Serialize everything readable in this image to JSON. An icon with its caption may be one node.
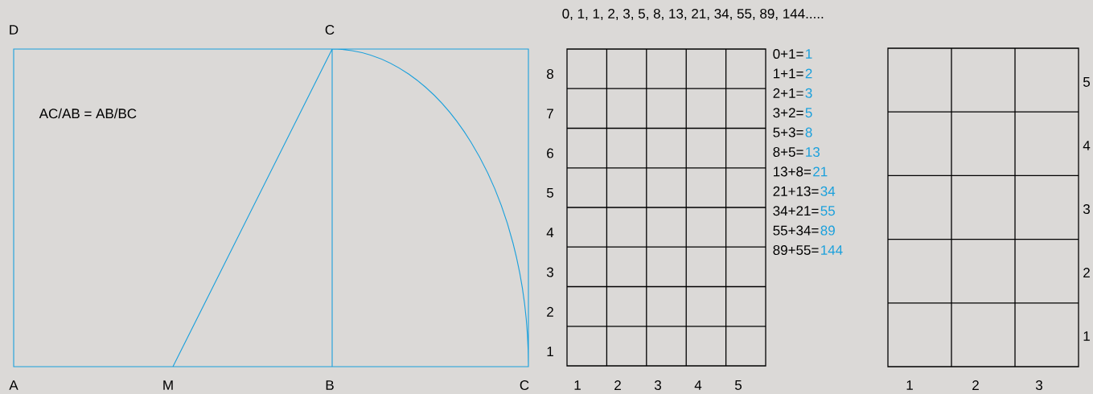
{
  "diagram": {
    "labels": [
      "0, 1, 1, 2, 3, 5, 8, 13, 21, 34, 55, 89, 144.....",
      "D",
      "C",
      "AC/AB = AB/BC",
      "A",
      "M",
      "B",
      "C",
      "8",
      "7",
      "6",
      "5",
      "4",
      "3",
      "2",
      "1",
      "1",
      "2",
      "3",
      "4",
      "5",
      "0+1=",
      "1",
      "1+1=",
      "2",
      "2+1=",
      "3",
      "3+2=",
      "5",
      "5+3=",
      "8",
      "8+5=",
      "13",
      "13+8=",
      "21",
      "21+13=",
      "34",
      "34+21=",
      "55",
      "55+34=",
      "89",
      "89+55=",
      "144",
      "5",
      "4",
      "3",
      "2",
      "1",
      "1",
      "2",
      "3"
    ]
  }
}
